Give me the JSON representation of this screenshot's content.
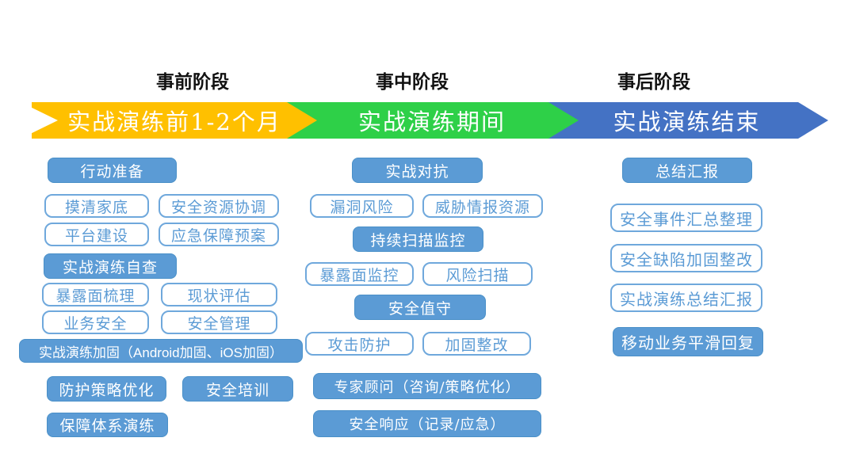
{
  "colors": {
    "pre_banner": "#FFC000",
    "mid_banner": "#2ED048",
    "post_banner": "#4472C4",
    "solid_box": "#5B9BD5",
    "outline_border": "#6FA8DC",
    "outline_text": "#5B9BD5",
    "header_text": "#111111",
    "banner_text": "#FFFFFF"
  },
  "phases": [
    {
      "id": "pre",
      "header": "事前阶段",
      "banner": "实战演练前1-2个月",
      "banner_color": "#FFC000"
    },
    {
      "id": "mid",
      "header": "事中阶段",
      "banner": "实战演练期间",
      "banner_color": "#2ED048"
    },
    {
      "id": "post",
      "header": "事后阶段",
      "banner": "实战演练结束",
      "banner_color": "#4472C4"
    }
  ],
  "columns": {
    "pre": {
      "items": [
        {
          "label": "行动准备",
          "style": "solid"
        },
        {
          "label": "摸清家底",
          "style": "outline"
        },
        {
          "label": "安全资源协调",
          "style": "outline"
        },
        {
          "label": "平台建设",
          "style": "outline"
        },
        {
          "label": "应急保障预案",
          "style": "outline"
        },
        {
          "label": "实战演练自查",
          "style": "solid"
        },
        {
          "label": "暴露面梳理",
          "style": "outline"
        },
        {
          "label": "现状评估",
          "style": "outline"
        },
        {
          "label": "业务安全",
          "style": "outline"
        },
        {
          "label": "安全管理",
          "style": "outline"
        },
        {
          "label": "实战演练加固（Android加固、iOS加固）",
          "style": "solid"
        },
        {
          "label": "防护策略优化",
          "style": "solid"
        },
        {
          "label": "安全培训",
          "style": "solid"
        },
        {
          "label": "保障体系演练",
          "style": "solid"
        }
      ]
    },
    "mid": {
      "items": [
        {
          "label": "实战对抗",
          "style": "solid"
        },
        {
          "label": "漏洞风险",
          "style": "outline"
        },
        {
          "label": "威胁情报资源",
          "style": "outline"
        },
        {
          "label": "持续扫描监控",
          "style": "solid"
        },
        {
          "label": "暴露面监控",
          "style": "outline"
        },
        {
          "label": "风险扫描",
          "style": "outline"
        },
        {
          "label": "安全值守",
          "style": "solid"
        },
        {
          "label": "攻击防护",
          "style": "outline"
        },
        {
          "label": "加固整改",
          "style": "outline"
        },
        {
          "label": "专家顾问（咨询/策略优化）",
          "style": "solid"
        },
        {
          "label": "安全响应（记录/应急）",
          "style": "solid"
        }
      ]
    },
    "post": {
      "items": [
        {
          "label": "总结汇报",
          "style": "solid"
        },
        {
          "label": "安全事件汇总整理",
          "style": "outline"
        },
        {
          "label": "安全缺陷加固整改",
          "style": "outline"
        },
        {
          "label": "实战演练总结汇报",
          "style": "outline"
        },
        {
          "label": "移动业务平滑回复",
          "style": "solid"
        }
      ]
    }
  }
}
